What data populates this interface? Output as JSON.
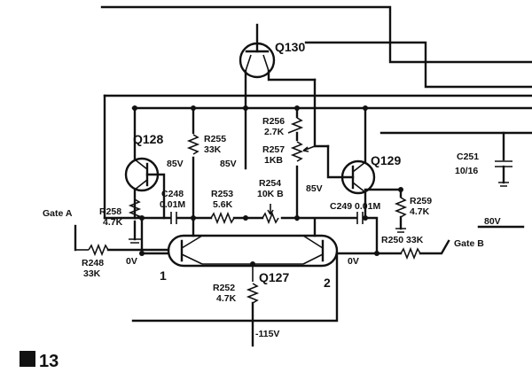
{
  "transistors": {
    "q130": "Q130",
    "q128": "Q128",
    "q129": "Q129",
    "q127": "Q127"
  },
  "resistors": {
    "r256_name": "R256",
    "r256_val": "2.7K",
    "r257_name": "R257",
    "r257_val": "1KB",
    "r255_name": "R255",
    "r255_val": "33K",
    "r254_name": "R254",
    "r254_val": "10K B",
    "r253_name": "R253",
    "r253_val": "5.6K",
    "r258_name": "R258",
    "r258_val": "4.7K",
    "r259_name": "R259",
    "r259_val": "4.7K",
    "r248_name": "R248",
    "r248_val": "33K",
    "r252_name": "R252",
    "r252_val": "4.7K",
    "r250": "R250 33K"
  },
  "capacitors": {
    "c248_name": "C248",
    "c248_val": "0.01M",
    "c249": "C249 0.01M",
    "c251_name": "C251",
    "c251_val": "10/16"
  },
  "voltages": {
    "v85_a": "85V",
    "v85_b": "85V",
    "v85_c": "85V",
    "v80": "80V",
    "v0_a": "0V",
    "v0_b": "0V",
    "vneg": "-115V"
  },
  "terminals": {
    "gate_a": "Gate A",
    "gate_b": "Gate B",
    "pin1": "1",
    "pin2": "2"
  },
  "figure": {
    "number": "13"
  }
}
